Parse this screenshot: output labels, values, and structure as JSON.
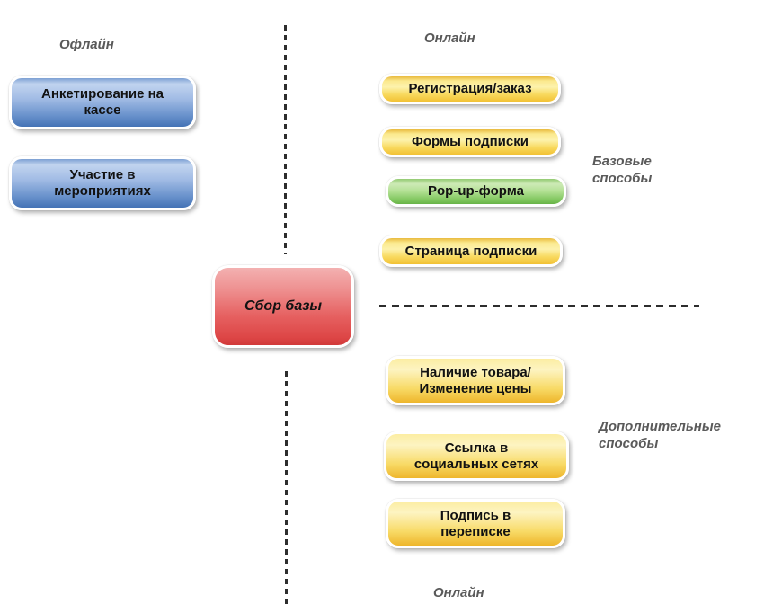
{
  "diagram": {
    "type": "flowchart",
    "center_node": {
      "label": "Сбор базы",
      "color": "#e05252"
    },
    "zones": {
      "offline_label": "Офлайн",
      "online_label_top": "Онлайн",
      "online_label_bottom": "Онлайн",
      "basic_methods_label": "Базовые\nспособы",
      "additional_methods_label": "Дополнительные\nспособы"
    },
    "offline_methods": [
      {
        "label": "Анкетирование на\nкассе",
        "color": "#6f96cf"
      },
      {
        "label": "Участие в\nмероприятиях",
        "color": "#6f96cf"
      }
    ],
    "online_basic_methods": [
      {
        "label": "Регистрация/заказ",
        "color": "#f7d45c"
      },
      {
        "label": "Формы подписки",
        "color": "#f7d45c"
      },
      {
        "label": "Pop-up-форма",
        "color": "#8fcb6e"
      },
      {
        "label": "Страница подписки",
        "color": "#f7d45c"
      }
    ],
    "online_additional_methods": [
      {
        "label": "Наличие товара/\nИзменение цены",
        "color": "#f7d45c"
      },
      {
        "label": "Ссылка в\nсоциальных сетях",
        "color": "#f7d45c"
      },
      {
        "label": "Подпись в\nпереписке",
        "color": "#f7d45c"
      }
    ],
    "colors": {
      "offline_node": "#6f96cf",
      "basic_node": "#f7d45c",
      "highlight_node": "#8fcb6e",
      "center_node": "#e05252",
      "label_text": "#5a5a5a",
      "divider": "#2d2d2d"
    }
  }
}
